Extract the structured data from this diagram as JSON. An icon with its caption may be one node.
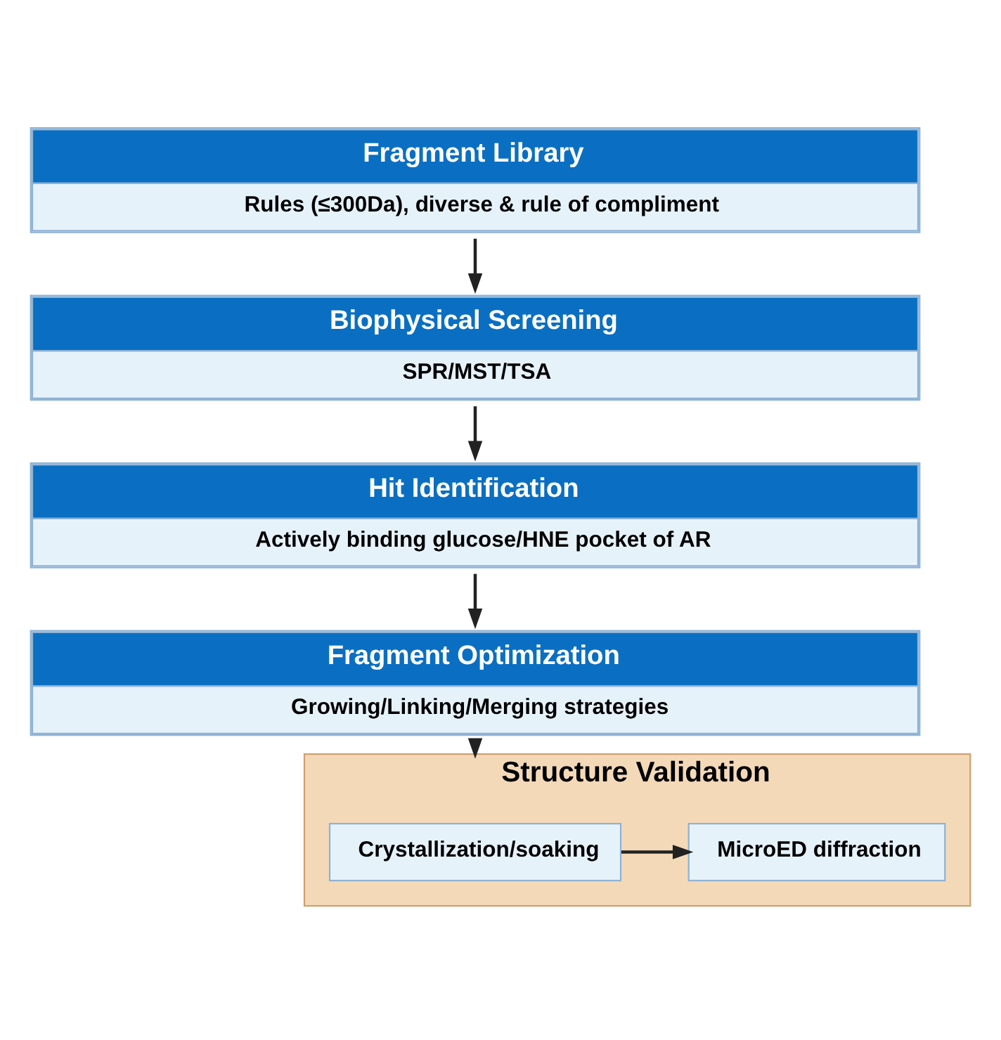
{
  "diagram": {
    "nodes": [
      {
        "text": [
          "Fragment Library",
          "Rules (≤300Da), diverse & rule of compliment"
        ]
      },
      {
        "text": [
          "Biophysical Screening",
          "SPR/MST/TSA"
        ]
      },
      {
        "text": [
          "Hit Identification",
          "Actively binding glucose/HNE pocket of AR"
        ]
      },
      {
        "text": [
          "Fragment Optimization",
          "Growing/Linking/Merging strategies"
        ]
      },
      {
        "text": [
          "Structure Validation"
        ]
      },
      {
        "text": [
          "Crystallization/soaking"
        ],
        "in": 4
      },
      {
        "text": [
          "MicroED diffraction"
        ],
        "in": 4
      }
    ],
    "edges": [
      {
        "from": 0,
        "to": 1,
        "arrow": "to"
      },
      {
        "from": 1,
        "to": 2,
        "arrow": "to"
      },
      {
        "from": 2,
        "to": 3,
        "arrow": "to"
      },
      {
        "from": 3,
        "to": 4,
        "arrow": "to"
      },
      {
        "from": 5,
        "to": 6,
        "arrow": "to"
      }
    ]
  }
}
